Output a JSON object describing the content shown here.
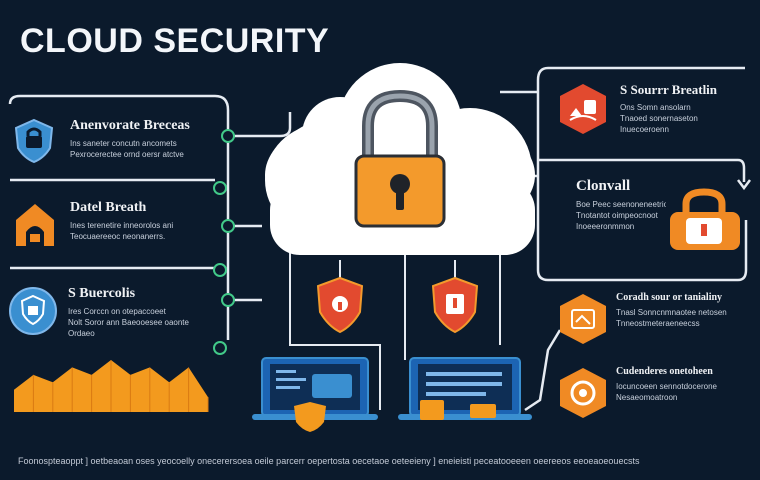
{
  "title": "CLOUD SECURITY",
  "left_cards": [
    {
      "title": "Anenvorate Breceas",
      "lines": [
        "Ins saneter concutn ancomets",
        "Pexrocerectee ornd oersr atctve"
      ],
      "icon": "shield-icon",
      "accent": "#3a8fd0"
    },
    {
      "title": "Datel Breath",
      "lines": [
        "Ines terenetire inneorolos ani",
        "Teocuaereeoc neonanerrs."
      ],
      "icon": "house-lock-icon",
      "accent": "#f08a24"
    },
    {
      "title": "S Buercolis",
      "lines": [
        "Ires Corccn on otepaccoeet",
        "Nolt Soror ann Baeooesee oaonte",
        "Ordaeo"
      ],
      "icon": "shield-globe-icon",
      "accent": "#3a8fd0"
    }
  ],
  "right_cards": [
    {
      "title": "S Sourrr Breatlin",
      "lines": [
        "Ons Somn ansolarn",
        "Tnaoed sonernaseton",
        "Inuecoeroenn"
      ],
      "icon": "warning-hexagon-icon",
      "accent": "#e24a2f"
    },
    {
      "title": "Clonvall",
      "lines": [
        "Boe Peec seenoneneetrioto",
        "Tnotantot oimpeocnoot",
        "Inoeeeronmmon"
      ],
      "icon": "padlock-icon",
      "accent": "#f08a24"
    },
    {
      "title": "Coradh sour or tanialiny",
      "lines": [
        "Tnasl Sonncnmnaotee netosen",
        "Tnneostmeteraeneecss"
      ],
      "icon": "access-hexagon-icon",
      "accent": "#f08a24"
    },
    {
      "title": "Cudenderes onetoheen",
      "lines": [
        "Iocuncoeen sennotdocerone",
        "Nesaeomoatroon"
      ],
      "icon": "settings-hexagon-icon",
      "accent": "#f08a24"
    }
  ],
  "footer": "Foonospteaoppt ] oetbeaoan oses yeocoelly onecerersoea oeile parcerr oepertosta oecetaoe oeteeieny ] eneieisti peceatooeeen oeereeos eeoeaoeouecsts",
  "chart_data": {
    "type": "area",
    "x": [
      1,
      2,
      3,
      4,
      5,
      6,
      7,
      8,
      9,
      10,
      11
    ],
    "values": [
      3,
      5,
      4,
      6,
      5,
      7,
      5,
      6,
      4,
      6,
      2
    ],
    "color": "#f39a1e"
  },
  "colors": {
    "background": "#0b1a2c",
    "orange": "#f08a24",
    "red": "#e24a2f",
    "blue": "#3a8fd0",
    "node": "#42c989"
  }
}
